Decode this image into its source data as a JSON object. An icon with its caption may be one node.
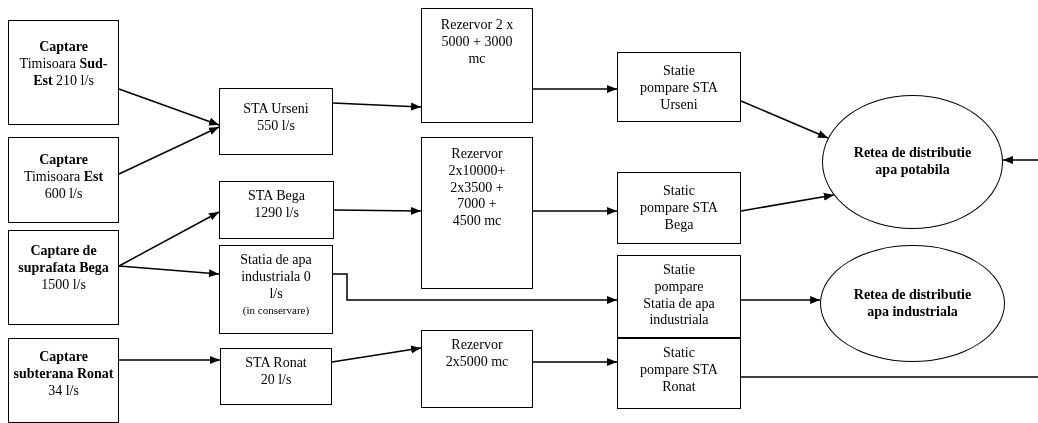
{
  "diagram": {
    "nodes": [
      {
        "text": [
          "**Captare** Timisoara **Sud-Est** 210 l/s"
        ]
      },
      {
        "text": [
          "**Captare** Timisoara **Est** 600 l/s"
        ]
      },
      {
        "text": [
          "**Captare de suprafata Bega** 1500 l/s"
        ]
      },
      {
        "text": [
          "**Captare subterana Ronat** 34 l/s"
        ]
      },
      {
        "text": [
          "STA Urseni 550 l/s"
        ]
      },
      {
        "text": [
          "STA Bega 1290 l/s"
        ]
      },
      {
        "text": [
          "Statia de apa industriala 0 l/s",
          "(in conservare)"
        ]
      },
      {
        "text": [
          "STA Ronat 20 l/s"
        ]
      },
      {
        "text": [
          "Rezervor 2 x 5000 + 3000 mc"
        ]
      },
      {
        "text": [
          "Rezervor 2x10000+ 2x3500 + 7000 + 4500 mc"
        ]
      },
      {
        "text": [
          "Rezervor 2x5000 mc"
        ]
      },
      {
        "text": [
          "Statie pompare STA Urseni"
        ]
      },
      {
        "text": [
          "Static pompare STA Bega"
        ]
      },
      {
        "text": [
          "Statie pompare Statia de apa industriala"
        ]
      },
      {
        "text": [
          "Static pompare STA Ronat"
        ]
      },
      {
        "text": [
          "Retea de distributie apa potabila"
        ]
      },
      {
        "text": [
          "Retea de distributie apa industriala"
        ]
      }
    ],
    "edges": [
      {
        "from": 0,
        "to": 4,
        "arrow": "to"
      },
      {
        "from": 1,
        "to": 4,
        "arrow": "to"
      },
      {
        "from": 2,
        "to": 5,
        "arrow": "to"
      },
      {
        "from": 2,
        "to": 6,
        "arrow": "to"
      },
      {
        "from": 3,
        "to": 7,
        "arrow": "to"
      },
      {
        "from": 4,
        "to": 8,
        "arrow": "to"
      },
      {
        "from": 5,
        "to": 9,
        "arrow": "to"
      },
      {
        "from": 6,
        "to": 13,
        "arrow": "to"
      },
      {
        "from": 7,
        "to": 10,
        "arrow": "to"
      },
      {
        "from": 8,
        "to": 11,
        "arrow": "to"
      },
      {
        "from": 9,
        "to": 12,
        "arrow": "to"
      },
      {
        "from": 10,
        "to": 14,
        "arrow": "to"
      },
      {
        "from": 11,
        "to": 15,
        "arrow": "to"
      },
      {
        "from": 12,
        "to": 15,
        "arrow": "to"
      },
      {
        "from": 13,
        "to": 16,
        "arrow": "to"
      },
      {
        "from": 14,
        "to": null,
        "arrow": "none"
      },
      {
        "from": null,
        "to": 15,
        "arrow": "to"
      }
    ]
  }
}
